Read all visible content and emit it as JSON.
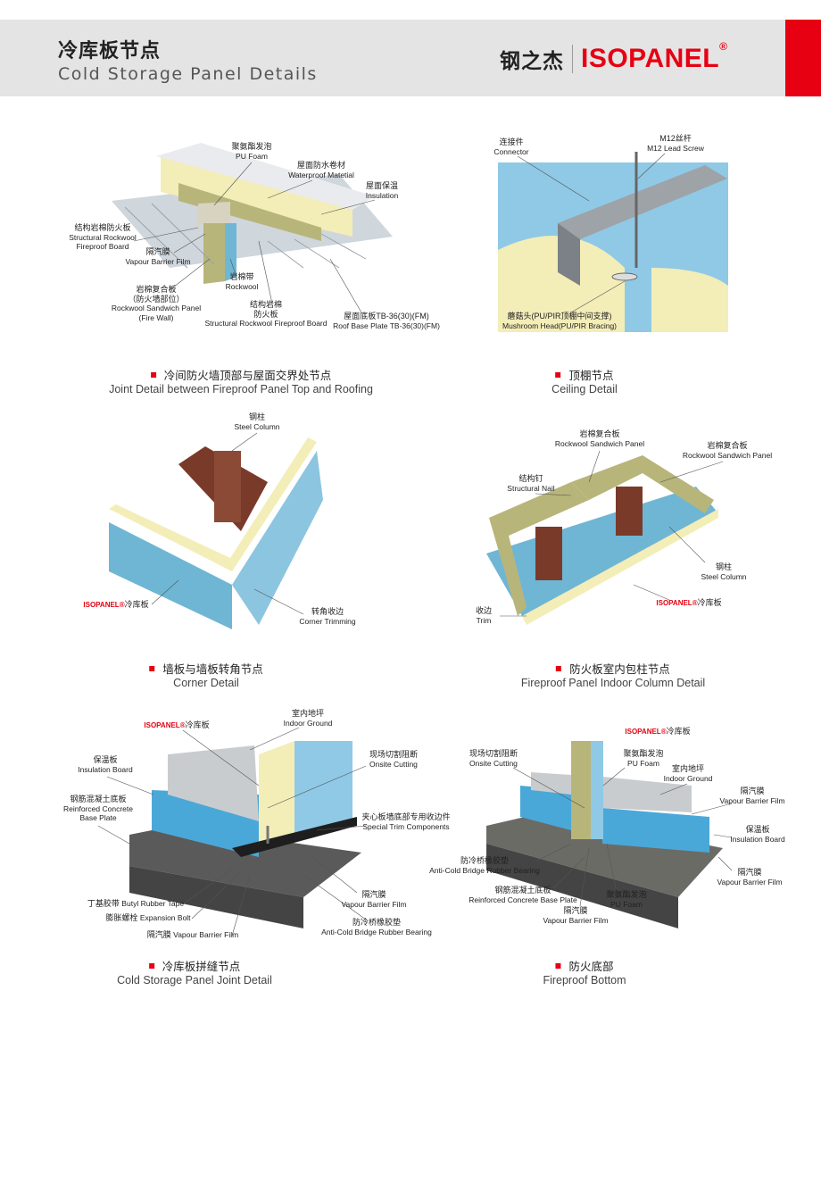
{
  "header": {
    "title_cn": "冷库板节点",
    "title_en": "Cold Storage Panel Details",
    "logo_cn": "钢之杰",
    "logo_en": "ISOPANEL",
    "logo_mark": "®"
  },
  "colors": {
    "brand_red": "#e60012",
    "header_bg": "#e4e4e4",
    "pu_foam": "#f3edb8",
    "rockwool": "#b8b57a",
    "insulation_blue": "#4aa8d8",
    "concrete": "#555555"
  },
  "diagrams": [
    {
      "caption_cn": "冷间防火墙顶部与屋面交界处节点",
      "caption_en": "Joint Detail between Fireproof Panel Top and Roofing",
      "labels": [
        {
          "cn": "聚氨酯发泡",
          "en": "PU Foam"
        },
        {
          "cn": "屋面防水卷材",
          "en": "Waterproof Matetial"
        },
        {
          "cn": "屋面保温",
          "en": "Insulation"
        },
        {
          "cn": "结构岩棉防火板",
          "en": "Structural Rockwool",
          "en2": "Fireproof Board"
        },
        {
          "cn": "隔汽膜",
          "en": "Vapour Barrier Film"
        },
        {
          "cn": "岩棉带",
          "en": "Rockwool"
        },
        {
          "cn": "岩棉复合板",
          "cn2": "（防火墙部位）",
          "en": "Rockwool Sandwich Panel",
          "en2": "(Fire Wall)"
        },
        {
          "cn": "结构岩棉",
          "cn2": "防火板",
          "en": "Structural Rockwool Fireproof Board"
        },
        {
          "cn": "屋面底板TB-36(30)(FM)",
          "en": "Roof Base Plate TB-36(30)(FM)"
        }
      ]
    },
    {
      "caption_cn": "顶棚节点",
      "caption_en": "Ceiling Detail",
      "labels": [
        {
          "cn": "连接件",
          "en": "Connector"
        },
        {
          "cn": "M12丝杆",
          "en": "M12 Lead Screw"
        },
        {
          "cn": "蘑菇头(PU/PIR顶棚中间支撑)",
          "en": "Mushroom Head(PU/PIR Bracing)"
        }
      ]
    },
    {
      "caption_cn": "墙板与墙板转角节点",
      "caption_en": "Corner Detail",
      "labels": [
        {
          "cn": "钢柱",
          "en": "Steel Column"
        },
        {
          "brand": "ISOPANEL®",
          "cn": "冷库板"
        },
        {
          "cn": "转角收边",
          "en": "Corner Trimming"
        }
      ]
    },
    {
      "caption_cn": "防火板室内包柱节点",
      "caption_en": "Fireproof Panel Indoor Column Detail",
      "labels": [
        {
          "cn": "岩棉复合板",
          "en": "Rockwool Sandwich Panel"
        },
        {
          "cn": "岩棉复合板",
          "en": "Rockwool Sandwich Panel"
        },
        {
          "cn": "结构钉",
          "en": "Structural Nail"
        },
        {
          "cn": "钢柱",
          "en": "Steel Column"
        },
        {
          "brand": "ISOPANEL®",
          "cn": "冷库板"
        },
        {
          "cn": "收边",
          "en": "Trim"
        }
      ]
    },
    {
      "caption_cn": "冷库板拼缝节点",
      "caption_en": "Cold Storage Panel Joint Detail",
      "labels": [
        {
          "brand": "ISOPANEL®",
          "cn": "冷库板"
        },
        {
          "cn": "室内地坪",
          "en": "Indoor Ground"
        },
        {
          "cn": "保温板",
          "en": "Insulation Board"
        },
        {
          "cn": "钢筋混凝土底板",
          "en": "Reinforced Concrete",
          "en2": "Base Plate"
        },
        {
          "cn": "现场切割阻断",
          "en": "Onsite Cutting"
        },
        {
          "cn": "夹心板墙底部专用收边件",
          "en": "Special Trim Components"
        },
        {
          "cn": "隔汽膜",
          "en": "Vapour Barrier Film"
        },
        {
          "cn": "防冷桥橡胶垫",
          "en": "Anti-Cold Bridge Rubber Bearing"
        },
        {
          "cn": "丁基胶带",
          "en": "Butyl Rubber Tape",
          "inline": true
        },
        {
          "cn": "膨胀螺栓",
          "en": "Expansion Bolt",
          "inline": true
        },
        {
          "cn": "隔汽膜",
          "en": "Vapour Barrier Film",
          "inline": true
        }
      ]
    },
    {
      "caption_cn": "防火底部",
      "caption_en": "Fireproof Bottom",
      "labels": [
        {
          "brand": "ISOPANEL®",
          "cn": "冷库板"
        },
        {
          "cn": "现场切割阻断",
          "en": "Onsite Cutting"
        },
        {
          "cn": "聚氨酯发泡",
          "en": "PU Foam"
        },
        {
          "cn": "室内地坪",
          "en": "Indoor Ground"
        },
        {
          "cn": "隔汽膜",
          "en": "Vapour Barrier Film"
        },
        {
          "cn": "保温板",
          "en": "Insulation Board"
        },
        {
          "cn": "隔汽膜",
          "en": "Vapour Barrier Film"
        },
        {
          "cn": "防冷桥橡胶垫",
          "en": "Anti-Cold Bridge Rubber Bearing"
        },
        {
          "cn": "钢筋混凝土底板",
          "en": "Reinforced Concrete Base Plate"
        },
        {
          "cn": "聚氨酯发泡",
          "en": "PU Foam"
        },
        {
          "cn": "隔汽膜",
          "en": "Vapour Barrier Film"
        }
      ]
    }
  ]
}
